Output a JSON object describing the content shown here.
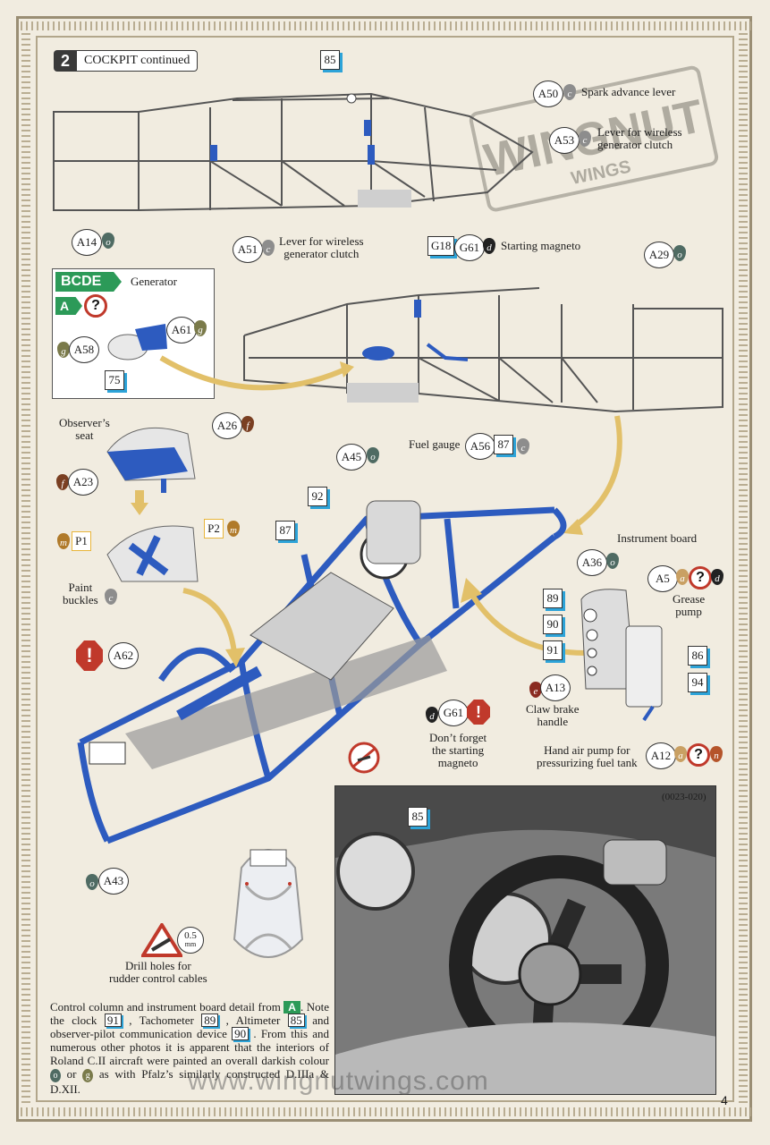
{
  "header": {
    "step_number": "2",
    "step_title": "COCKPIT continued"
  },
  "callouts": {
    "p85_top": "85",
    "a50": "A50",
    "a50_paint": "c",
    "a50_label": "Spark advance lever",
    "a53": "A53",
    "a53_paint": "c",
    "a53_label_1": "Lever for wireless",
    "a53_label_2": "generator clutch",
    "a14": "A14",
    "a14_paint": "o",
    "a51": "A51",
    "a51_paint": "c",
    "a51_label_1": "Lever for wireless",
    "a51_label_2": "generator clutch",
    "g18": "G18",
    "g61": "G61",
    "g61_paint": "d",
    "g61_label": "Starting magneto",
    "a29": "A29",
    "a29_paint": "o",
    "a56": "A56",
    "p87_mid": "87",
    "a56_paint": "c",
    "fuel_gauge_label": "Fuel gauge",
    "a26": "A26",
    "a26_paint": "f",
    "observer_seat_label_1": "Observer’s",
    "observer_seat_label_2": "seat",
    "a23": "A23",
    "a23_paint": "f",
    "a45": "A45",
    "a45_paint": "o",
    "p92": "92",
    "p87_low": "87",
    "p1": "P1",
    "p1_paint": "m",
    "p2": "P2",
    "p2_paint": "m",
    "paint_buckles_1": "Paint",
    "paint_buckles_2": "buckles",
    "paint_buckles_paint": "c",
    "a36": "A36",
    "a36_paint": "o",
    "instrument_board_label": "Instrument board",
    "a5": "A5",
    "a5_paint_1": "a",
    "a5_paint_2": "d",
    "grease_pump_1": "Grease",
    "grease_pump_2": "pump",
    "p89": "89",
    "p90": "90",
    "p91": "91",
    "p86": "86",
    "p94": "94",
    "a13": "A13",
    "a13_paint": "e",
    "claw_brake_1": "Claw brake",
    "claw_brake_2": "handle",
    "a62": "A62",
    "warning_mark": "!",
    "g61_low": "G61",
    "g61_low_paint": "d",
    "dont_forget_1": "Don’t forget",
    "dont_forget_2": "the starting",
    "dont_forget_3": "magneto",
    "a12": "A12",
    "a12_paint_1": "a",
    "a12_paint_2": "n",
    "hand_air_pump_1": "Hand air pump for",
    "hand_air_pump_2": "pressurizing fuel tank",
    "a43": "A43",
    "a43_paint": "o",
    "drill_size": "0.5",
    "drill_unit": "mm",
    "drill_holes_1": "Drill holes for",
    "drill_holes_2": "rudder control cables",
    "question_mark": "?"
  },
  "inset": {
    "bcde": "BCDE",
    "generator_label": "Generator",
    "a_tag": "A",
    "a61": "A61",
    "a61_paint": "g",
    "a58": "A58",
    "a58_paint": "g",
    "p75": "75"
  },
  "photo": {
    "ref": "(0023-020)",
    "p85": "85"
  },
  "paragraph": {
    "t1": "Control column and instrument board detail from ",
    "a_tag": "A",
    "t2": ". Note the clock ",
    "n91": "91",
    "t3": " , Tachometer ",
    "n89": "89",
    "t4": " , Altimeter ",
    "n85": "85",
    "t5": " and observer-pilot communication device ",
    "n90": "90",
    "t6": " . From this and numerous other photos it is apparent that the interiors of Roland C.II aircraft were painted an overall darkish colour ",
    "c1": "o",
    "t7": " or ",
    "c2": "g",
    "t8": " as with Pfalz’s similarly constructed D.IIIa & D.XII."
  },
  "watermark": "www.wingnutwings.com",
  "logo_text": "WINGNUT WINGS",
  "page_number": "4",
  "colors": {
    "blue_part": "#2d5bbf",
    "paint_o": "#4f6b63",
    "paint_c": "#8d8d8d",
    "paint_d": "#222222",
    "paint_f": "#7a3f22",
    "paint_g": "#7a7a4a",
    "paint_m": "#b07a2a",
    "paint_a": "#c9a063",
    "paint_e": "#8a2a20",
    "paint_n": "#b5542a",
    "accent_cyan": "#2da3d8",
    "green_tag": "#2c9a58",
    "warning_red": "#c0392b",
    "arrow_gold": "#e2c069"
  }
}
